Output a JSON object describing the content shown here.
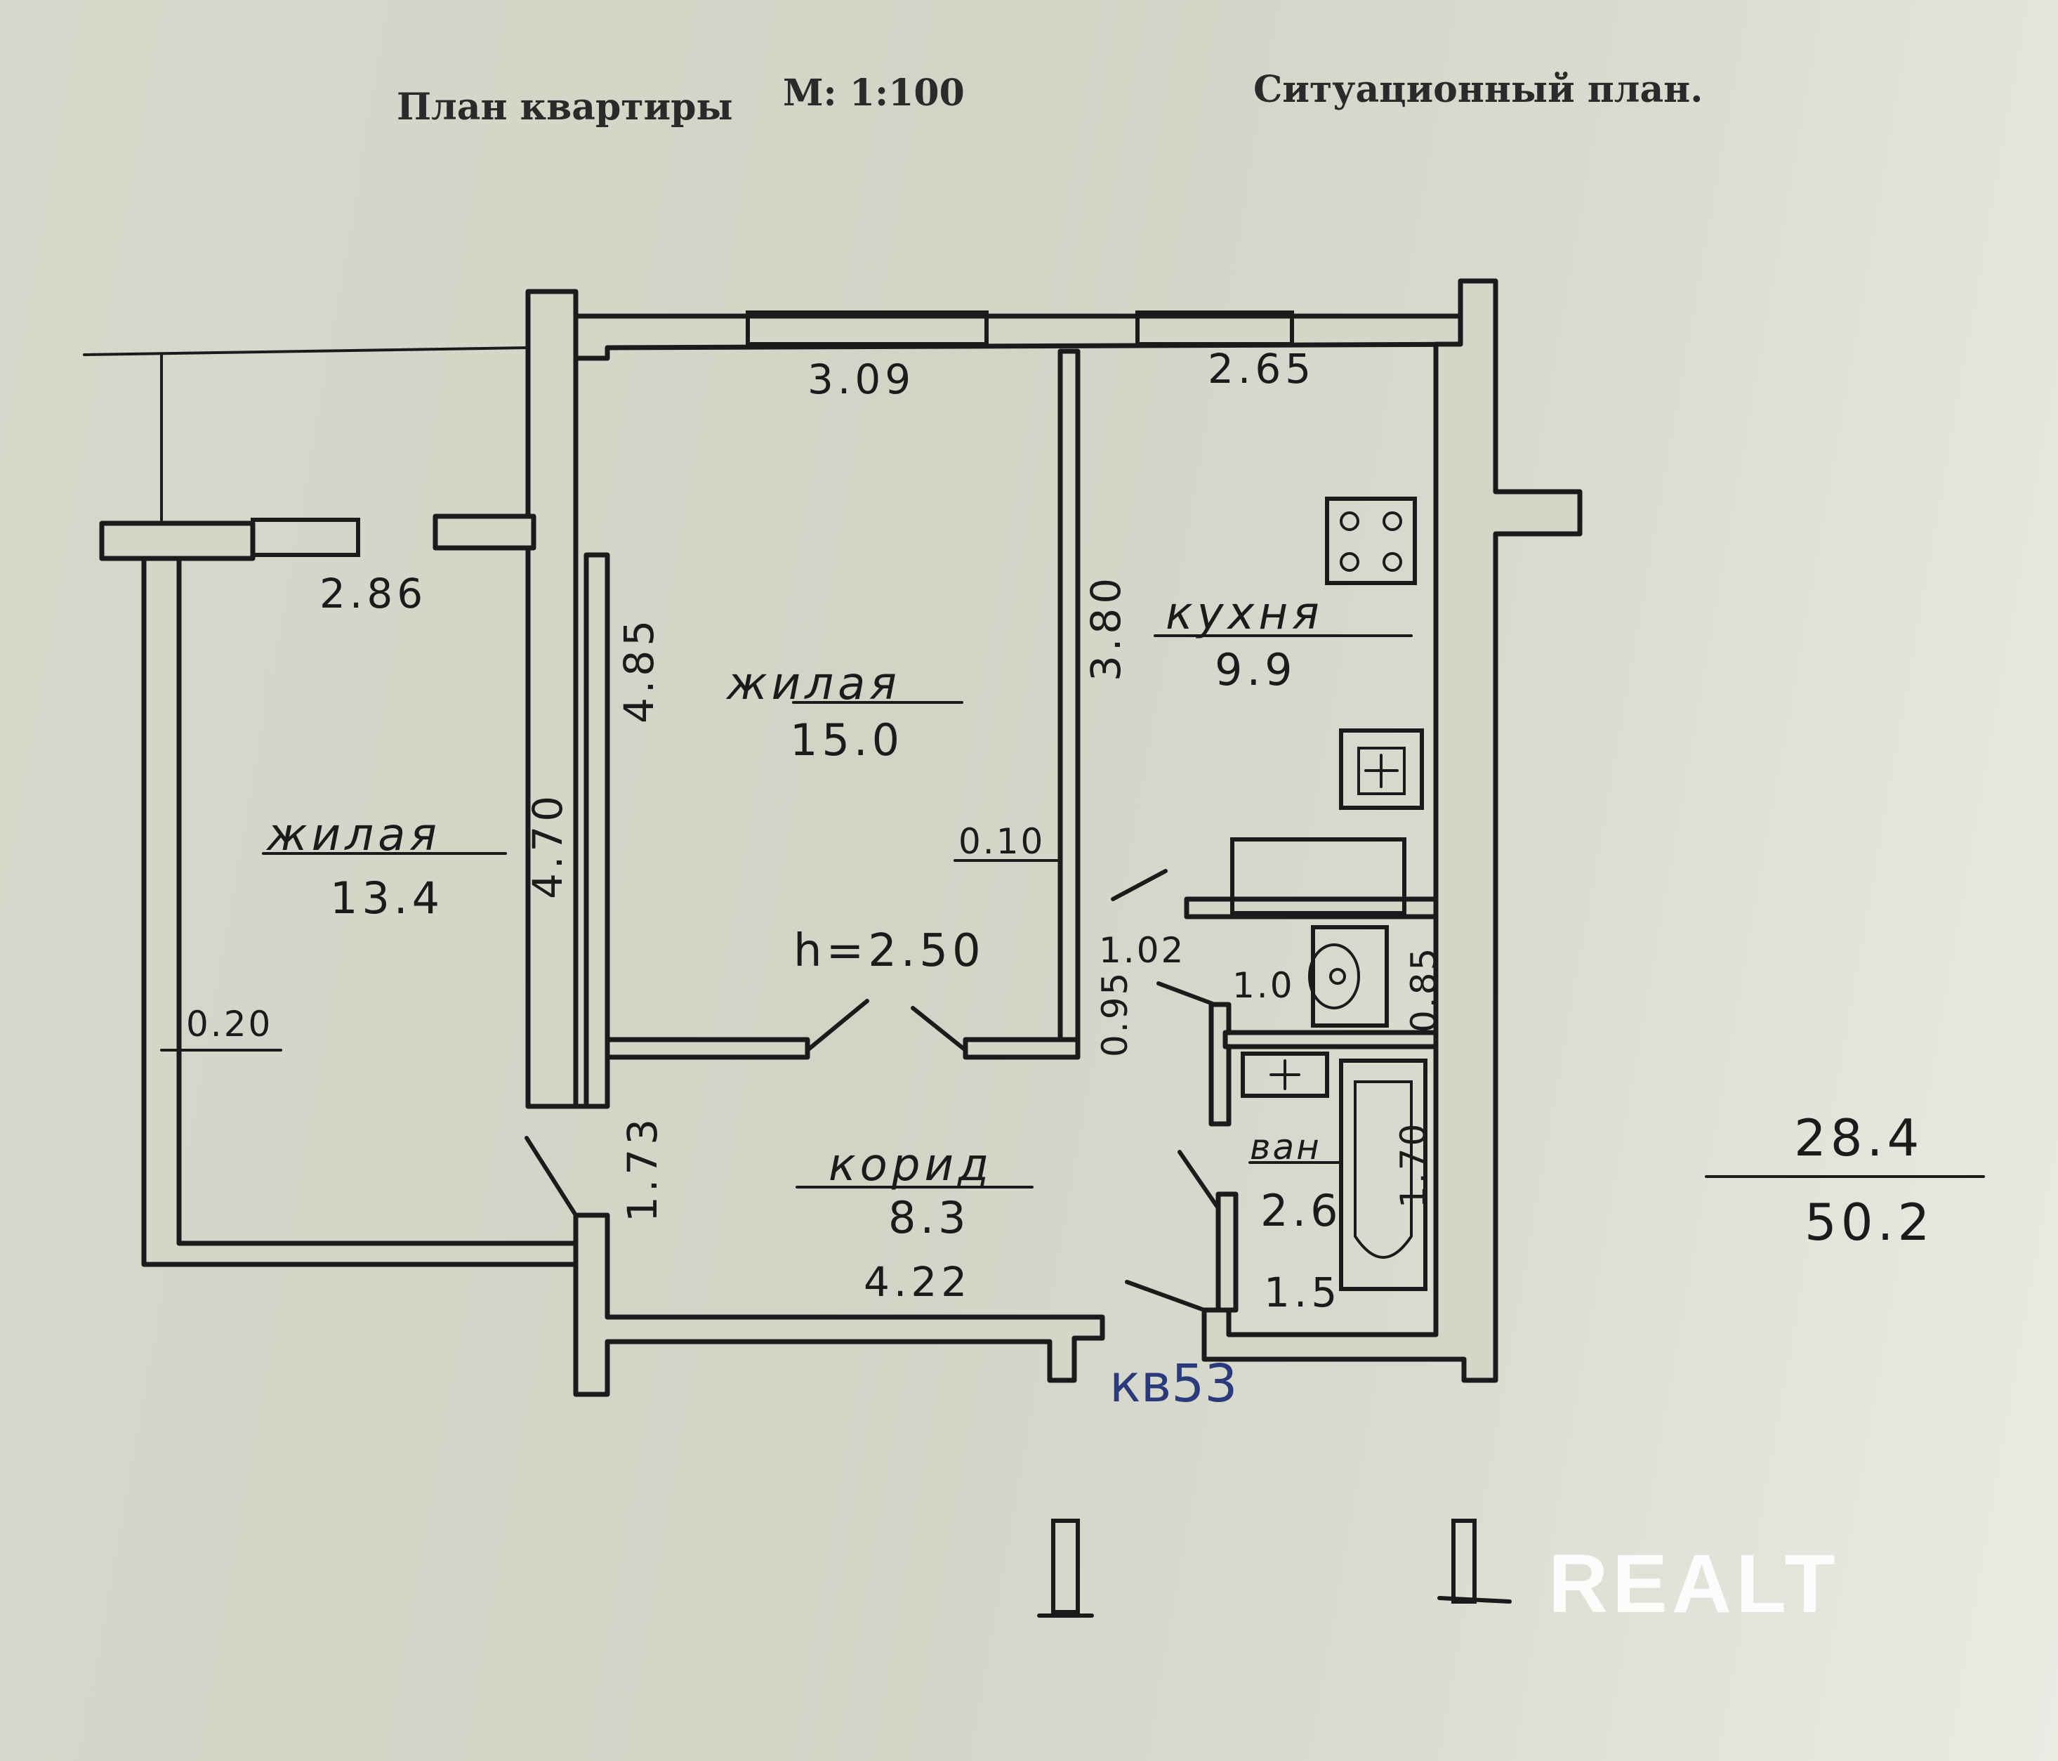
{
  "header": {
    "plan_title": "План квартиры",
    "scale": "М: 1:100",
    "situation_plan": "Ситуационный план."
  },
  "rooms": [
    {
      "name": "жилая",
      "area": "13.4"
    },
    {
      "name": "жилая",
      "area": "15.0"
    },
    {
      "name": "кухня",
      "area": "9.9"
    },
    {
      "name": "корид",
      "area": "8.3"
    },
    {
      "name": "ван",
      "area": "2.6"
    },
    {
      "name": "",
      "area": "1.0"
    }
  ],
  "dimensions": {
    "balcony_width": "2.86",
    "room1_height": "4.70",
    "room1_wall": "0.20",
    "room2_width": "3.09",
    "room2_height": "4.85",
    "partition": "0.10",
    "ceiling_height": "h=2.50",
    "kitchen_width": "2.65",
    "kitchen_height": "3.80",
    "wc_width": "1.02",
    "wc_height": "0.95",
    "wc_depth": "0.85",
    "bath_height": "1.70",
    "bath_width": "1.5",
    "corridor_width": "4.22",
    "corridor_height": "1.73"
  },
  "totals": {
    "living": "28.4",
    "total": "50.2"
  },
  "apartment_label": "кв53",
  "section_marks": [
    "I",
    "I"
  ],
  "watermark": "REALT"
}
